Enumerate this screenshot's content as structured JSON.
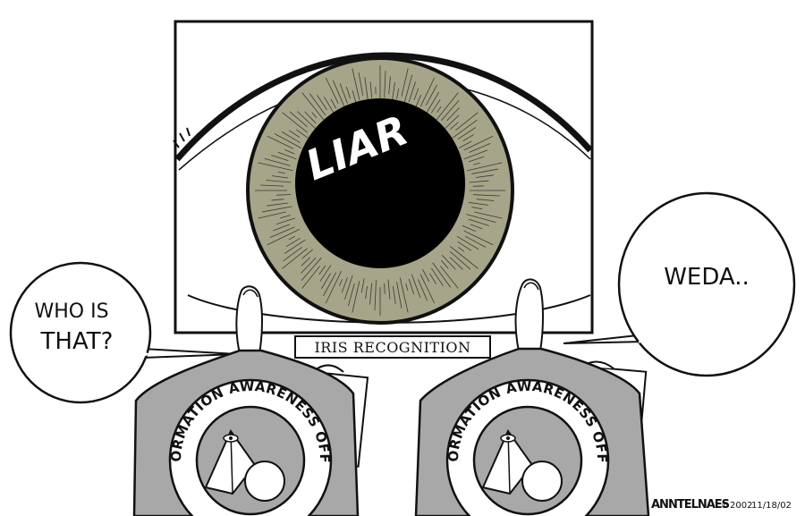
{
  "cartoon": {
    "pupil_word": "LIAR",
    "sign_label": "IRIS RECOGNITION",
    "speech_left_line1": "WHO IS",
    "speech_left_line2": "THAT?",
    "speech_right": "WEDA..",
    "seal_text": "INFORMATION AWARENESS OFFICE",
    "signature": "ANNTELNAES",
    "copyright": "©2002",
    "date": "11/18/02"
  },
  "colors": {
    "iris": "#a6a58a",
    "jacket": "#a8a8a8",
    "pupil": "#000000"
  }
}
